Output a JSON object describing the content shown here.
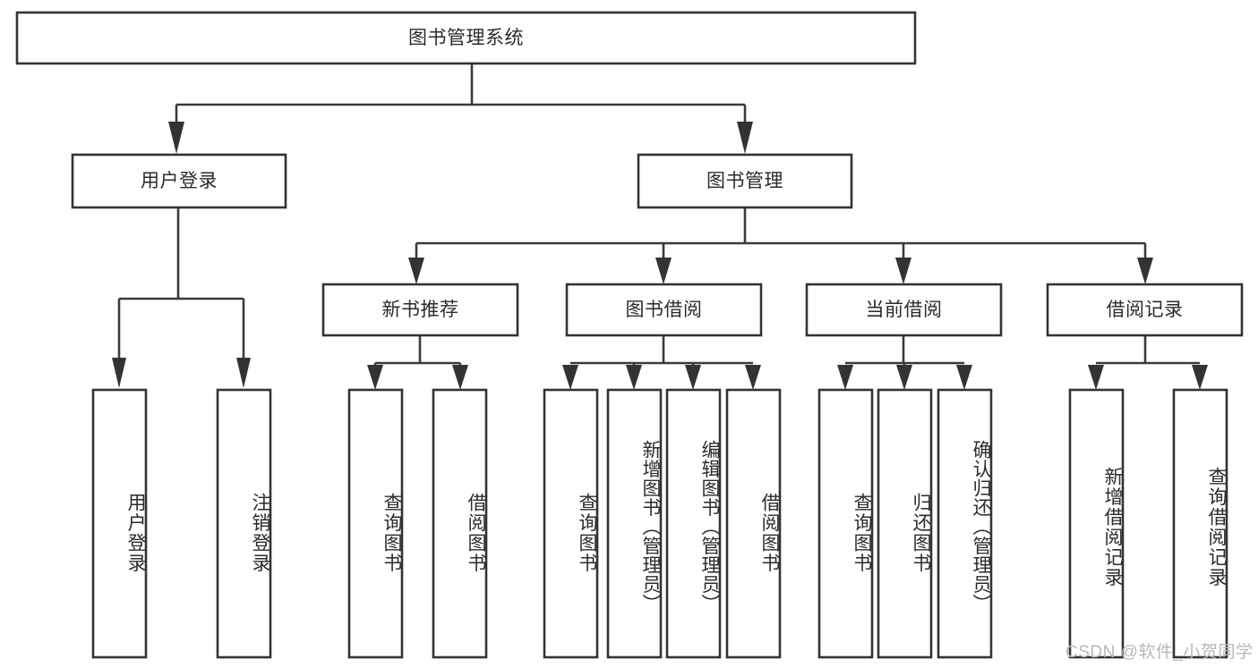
{
  "diagram": {
    "title_node": {
      "label": "图书管理系统"
    },
    "level2": [
      {
        "id": "user-login",
        "label": "用户登录"
      },
      {
        "id": "book-manage",
        "label": "图书管理"
      }
    ],
    "level3": [
      {
        "id": "new-book-recommend",
        "label": "新书推荐"
      },
      {
        "id": "book-borrow",
        "label": "图书借阅"
      },
      {
        "id": "current-borrow",
        "label": "当前借阅"
      },
      {
        "id": "borrow-record",
        "label": "借阅记录"
      }
    ],
    "leaves": {
      "user_login": [
        {
          "id": "leaf-user-login",
          "label": "用户登录"
        },
        {
          "id": "leaf-logout-login",
          "label": "注销登录"
        }
      ],
      "new_book_recommend": [
        {
          "id": "leaf-query-book-1",
          "label": "查询图书"
        },
        {
          "id": "leaf-borrow-book-1",
          "label": "借阅图书"
        }
      ],
      "book_borrow": [
        {
          "id": "leaf-query-book-2",
          "label": "查询图书"
        },
        {
          "id": "leaf-add-book",
          "label": "新增图书（管理员）"
        },
        {
          "id": "leaf-edit-book",
          "label": "编辑图书（管理员）"
        },
        {
          "id": "leaf-borrow-book-2",
          "label": "借阅图书"
        }
      ],
      "current_borrow": [
        {
          "id": "leaf-query-book-3",
          "label": "查询图书"
        },
        {
          "id": "leaf-return-book",
          "label": "归还图书"
        },
        {
          "id": "leaf-confirm-return",
          "label": "确认归还（管理员）"
        }
      ],
      "borrow_record": [
        {
          "id": "leaf-add-record",
          "label": "新增借阅记录"
        },
        {
          "id": "leaf-query-record",
          "label": "查询借阅记录"
        }
      ]
    }
  },
  "watermark": {
    "text": "CSDN @软件_小贺同学"
  },
  "colors": {
    "background": "#ffffff",
    "stroke": "#333333",
    "text": "#2b2b2b",
    "watermark": "#b8b8b8"
  }
}
